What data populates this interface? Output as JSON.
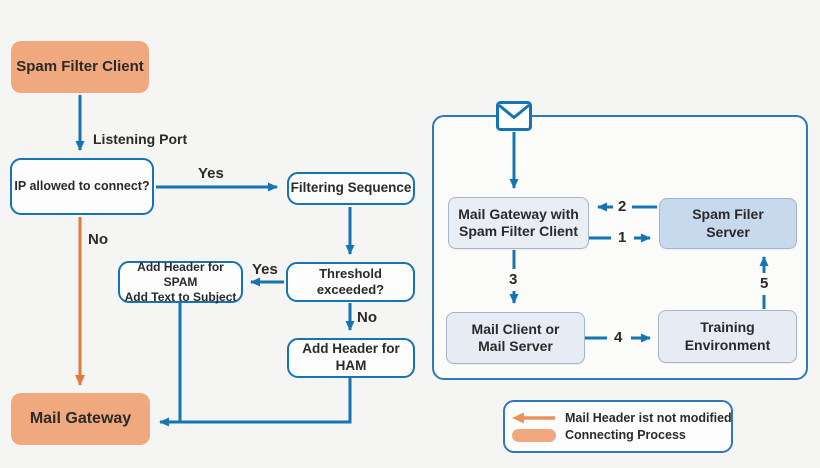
{
  "colors": {
    "background": "#F5F5F3",
    "blue_line": "#1474B4",
    "panel_border": "#2E79BC",
    "orange_fill": "#F0A87E",
    "orange_arrow": "#DF7B3F",
    "panel_box_light": "#E9EDF4",
    "panel_box_medium": "#C7D9EC",
    "text": "#2B2A29"
  },
  "flowchart": {
    "nodes": {
      "spam_filter_client": "Spam Filter Client",
      "ip_question": "IP allowed to connect?",
      "filtering_sequence": "Filtering Sequence",
      "threshold_question": "Threshold exceeded?",
      "spam_action": {
        "line1": "Add Header for SPAM",
        "line2": "Add Text to Subject"
      },
      "ham_action": "Add Header for HAM",
      "mail_gateway": "Mail Gateway"
    },
    "labels": {
      "listening_port": "Listening Port",
      "yes_ip": "Yes",
      "no_ip": "No",
      "yes_threshold": "Yes",
      "no_threshold": "No"
    }
  },
  "panel": {
    "icon": "envelope-icon",
    "nodes": {
      "mail_gateway_with_client": {
        "line1": "Mail Gateway with",
        "line2": "Spam Filter Client"
      },
      "spam_filer_server": {
        "line1": "Spam Filer",
        "line2": "Server"
      },
      "mail_client_or_server": {
        "line1": "Mail Client or",
        "line2": "Mail Server"
      },
      "training_environment": {
        "line1": "Training",
        "line2": "Environment"
      }
    },
    "steps": {
      "s1": "1",
      "s2": "2",
      "s3": "3",
      "s4": "4",
      "s5": "5"
    }
  },
  "legend": {
    "arrow_icon": "orange-left-arrow-icon",
    "arrow_label": "Mail Header ist not modified",
    "pill_icon": "connecting-process-pill-icon",
    "pill_label": "Connecting Process"
  }
}
